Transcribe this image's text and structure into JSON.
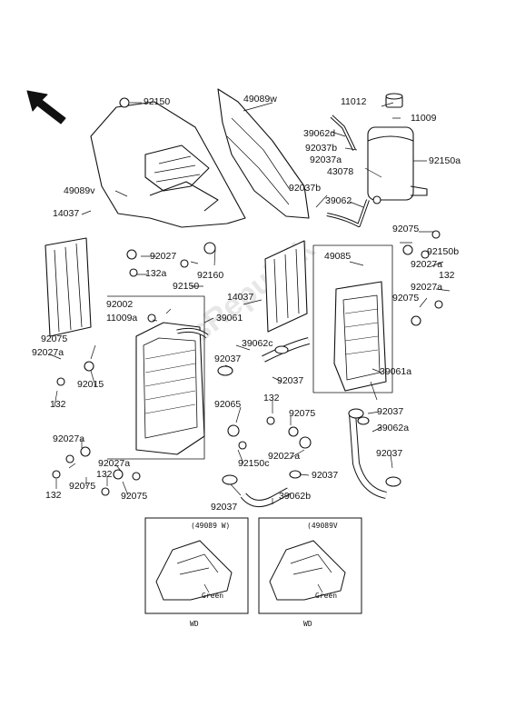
{
  "watermark": "PartsRepublik",
  "colors": {
    "line": "#111111",
    "fill": "#ffffff",
    "watermark": "#b0b0b0"
  },
  "callouts": [
    "92150",
    "49089w",
    "11012",
    "11009",
    "39062d",
    "92037b",
    "92037a",
    "43078",
    "92150a",
    "49089v",
    "92037b",
    "39062",
    "14037",
    "92027",
    "92160",
    "132a",
    "92150",
    "92075",
    "92150b",
    "92027a",
    "49085",
    "132",
    "92027a",
    "92002",
    "11009a",
    "39061",
    "14037",
    "92075",
    "39062c",
    "92037",
    "92037",
    "39061a",
    "92075",
    "92027a",
    "92015",
    "132",
    "92065",
    "132",
    "92075",
    "92037",
    "39062a",
    "92027a",
    "92027a",
    "92150c",
    "92027a",
    "92037",
    "132",
    "92075",
    "92075",
    "132",
    "92037",
    "39062b",
    "92037"
  ],
  "inset_left": {
    "title": "(49089  W)",
    "note": "Green",
    "tag": "WD"
  },
  "inset_right": {
    "title": "(49089V",
    "note": "Green",
    "tag": "WD"
  }
}
